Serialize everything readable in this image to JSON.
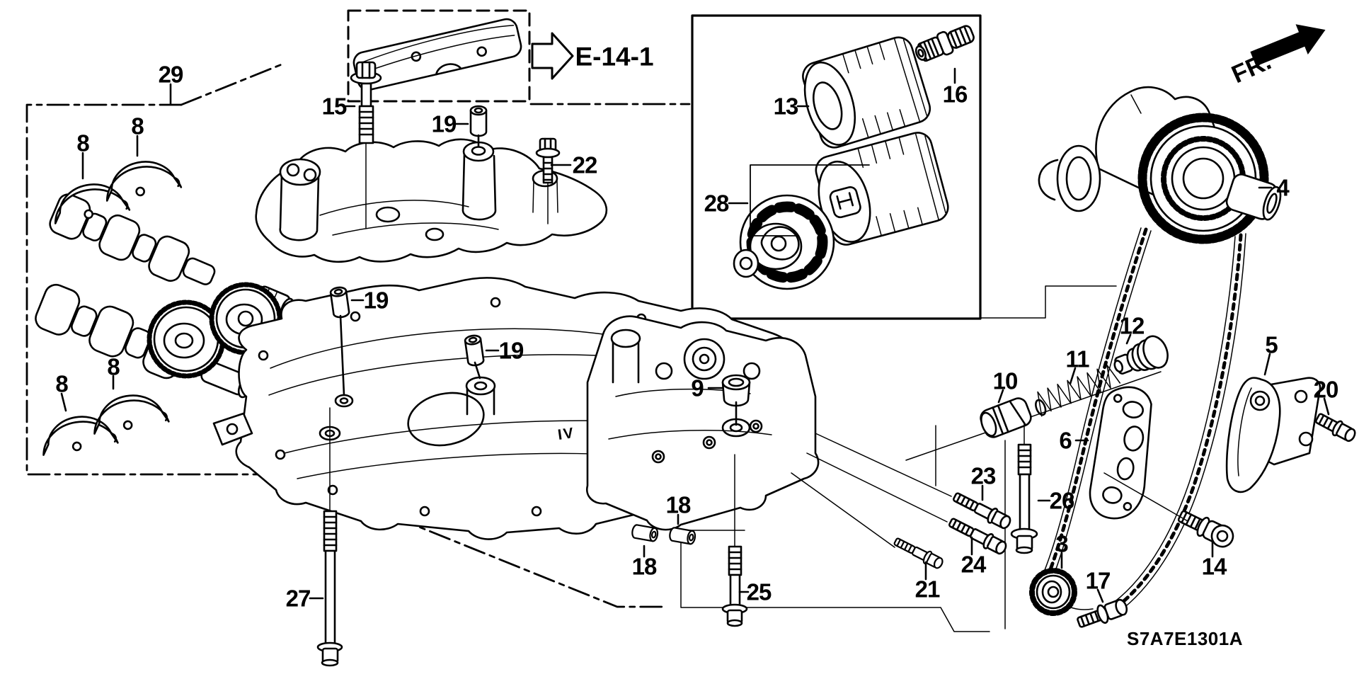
{
  "diagram": {
    "code": "S7A7E1301A",
    "front_marker": "FR.",
    "reference_callout": "E-14-1",
    "casting_mark": "IV",
    "background_color": "#ffffff",
    "line_color": "#000000"
  },
  "part_numbers": {
    "3": "3",
    "4": "4",
    "5": "5",
    "6": "6",
    "8": "8",
    "9": "9",
    "10": "10",
    "11": "11",
    "12": "12",
    "13": "13",
    "14": "14",
    "15": "15",
    "16": "16",
    "17": "17",
    "18": "18",
    "19": "19",
    "20": "20",
    "21": "21",
    "22": "22",
    "23": "23",
    "24": "24",
    "25": "25",
    "26": "26",
    "27": "27",
    "28": "28",
    "29": "29"
  }
}
